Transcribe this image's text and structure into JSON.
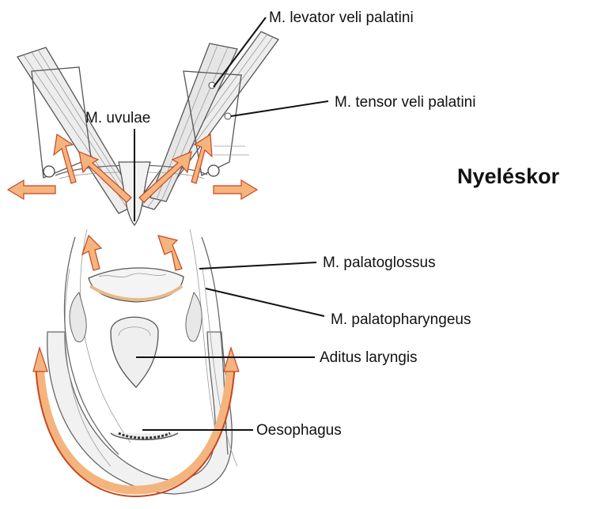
{
  "title": "Nyeléskor",
  "labels": {
    "levator": "M. levator veli palatini",
    "tensor": "M. tensor veli palatini",
    "uvulae": "M. uvulae",
    "palatoglossus": "M. palatoglossus",
    "palatopharyngeus": "M. palatopharyngeus",
    "aditus": "Aditus laryngis",
    "oesophagus": "Oesophagus"
  },
  "colors": {
    "arrow_fill": "#f4b47e",
    "arrow_edge": "#c8461f",
    "muscle_fill": "#ececec",
    "outline": "#555555",
    "text": "#111111"
  }
}
